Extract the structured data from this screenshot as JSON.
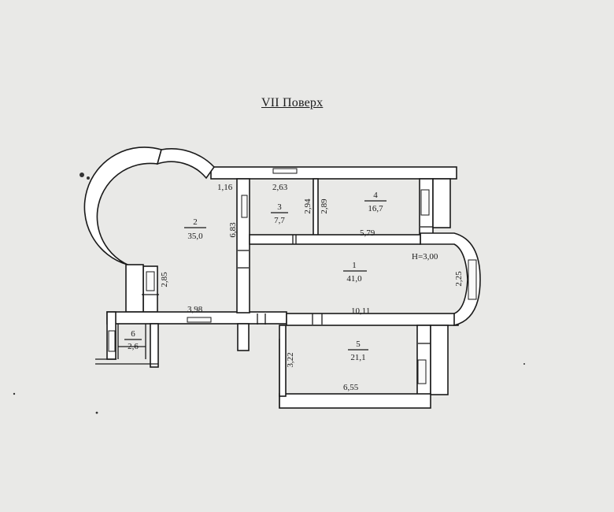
{
  "title": "VII Поверх",
  "ceiling_height": "H=3,00",
  "rooms": [
    {
      "number": "1",
      "area": "41,0"
    },
    {
      "number": "2",
      "area": "35,0"
    },
    {
      "number": "3",
      "area": "7,7"
    },
    {
      "number": "4",
      "area": "16,7"
    },
    {
      "number": "5",
      "area": "21,1"
    },
    {
      "number": "6",
      "area": "2,6"
    }
  ],
  "dimensions": {
    "d_1_16": "1,16",
    "d_2_63": "2,63",
    "d_6_83": "6,83",
    "d_2_94": "2,94",
    "d_2_89": "2,89",
    "d_5_79": "5,79",
    "d_2_85": "2,85",
    "d_3_98": "3,98",
    "d_10_11": "10,11",
    "d_2_25": "2,25",
    "d_3_22": "3,22",
    "d_6_55": "6,55"
  }
}
